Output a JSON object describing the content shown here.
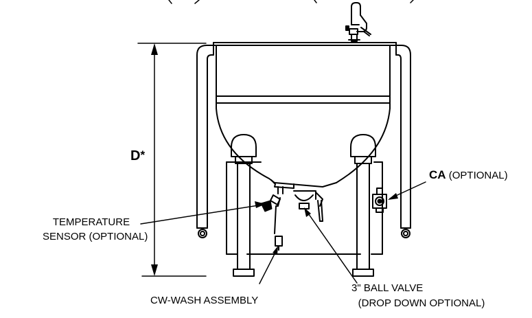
{
  "labels": {
    "dimension_letter": "D",
    "dimension_mark": "*",
    "ca_code": "CA",
    "ca_note": "(OPTIONAL)",
    "temperature_line1": "TEMPERATURE",
    "temperature_line2": "SENSOR (OPTIONAL)",
    "cw_wash": "CW-WASH ASSEMBLY",
    "ball_valve_line1": "3\" BALL VALVE",
    "ball_valve_line2": "(DROP DOWN OPTIONAL)"
  },
  "colors": {
    "line": "#000000",
    "background": "#ffffff"
  }
}
